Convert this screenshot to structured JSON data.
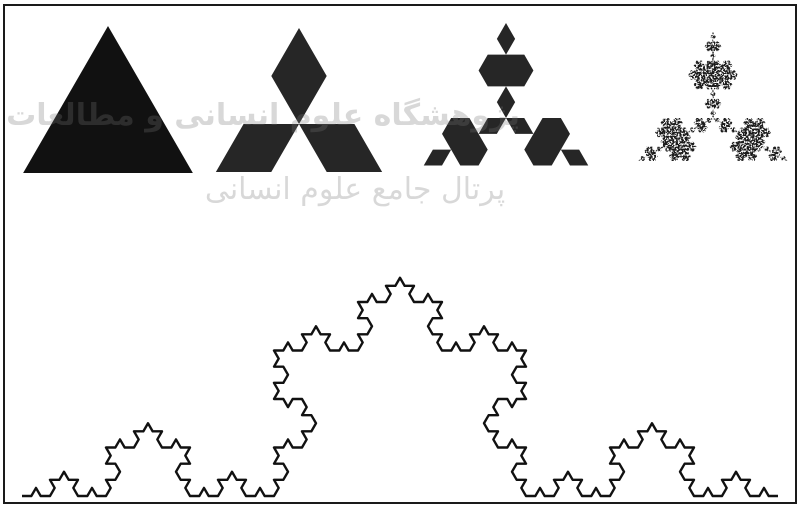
{
  "figure": {
    "background": "#ffffff",
    "ink_color": "#111111",
    "star_color": "#222222",
    "frame_color": "#1a1a1a"
  },
  "stages": [
    {
      "name": "koch-snowflake-iteration-0",
      "iteration": 0,
      "fill": "#111111"
    },
    {
      "name": "koch-snowflake-iteration-1",
      "iteration": 1,
      "fill": "#262626"
    },
    {
      "name": "koch-snowflake-iteration-2",
      "iteration": 2,
      "fill": "#262626"
    },
    {
      "name": "koch-snowflake-iteration-4",
      "iteration": 4,
      "fill": "#1a1a1a",
      "speckled": true
    }
  ],
  "koch_curve": {
    "iterations": 4,
    "stroke": "#111111"
  },
  "watermark": {
    "line1": "پژوهشگاه علوم انسانی و مطالعات فرهنگی",
    "line2": "پرتال جامع علوم انسانی",
    "color": "#777777"
  }
}
